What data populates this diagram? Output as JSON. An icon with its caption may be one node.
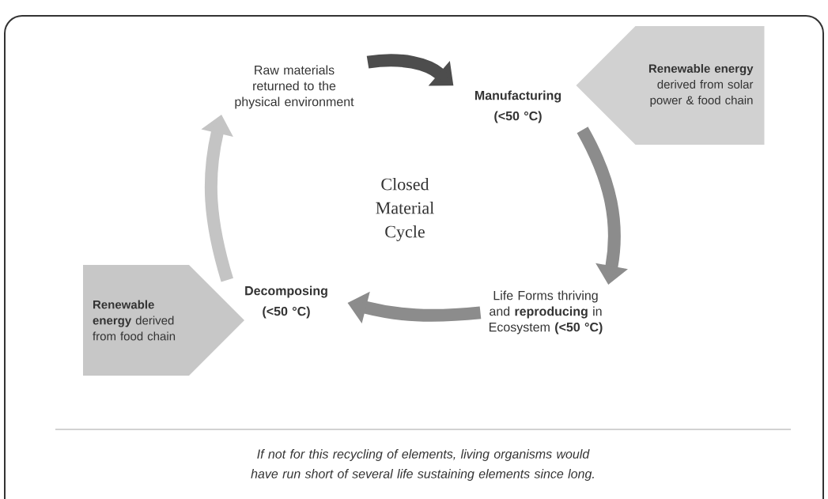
{
  "diagram": {
    "nodes": [
      {
        "text": [
          "Raw materials returned to the physical environment"
        ]
      },
      {
        "text": [
          "Manufacturing (<50 °C)"
        ]
      },
      {
        "text": [
          "**Renewable energy** derived from solar power & food chain"
        ]
      },
      {
        "text": [
          "Closed Material Cycle"
        ]
      },
      {
        "text": [
          "Life Forms thriving and **reproducing** in Ecosystem **(<50 °C)**"
        ]
      },
      {
        "text": [
          "Decomposing (<50 °C)"
        ]
      },
      {
        "text": [
          "**Renewable energy** derived from food chain"
        ]
      }
    ],
    "edges": [
      {
        "from": 0,
        "to": 1,
        "arrow": "to",
        "color": "#4d4d4d"
      },
      {
        "from": 1,
        "to": 4,
        "arrow": "to",
        "color": "#8c8c8c"
      },
      {
        "from": 4,
        "to": 5,
        "arrow": "to",
        "color": "#8c8c8c"
      },
      {
        "from": 5,
        "to": 0,
        "arrow": "to",
        "color": "#c4c4c4"
      }
    ],
    "caption": "If not for this recycling of elements, living organisms would have run short of several life sustaining elements since long."
  }
}
